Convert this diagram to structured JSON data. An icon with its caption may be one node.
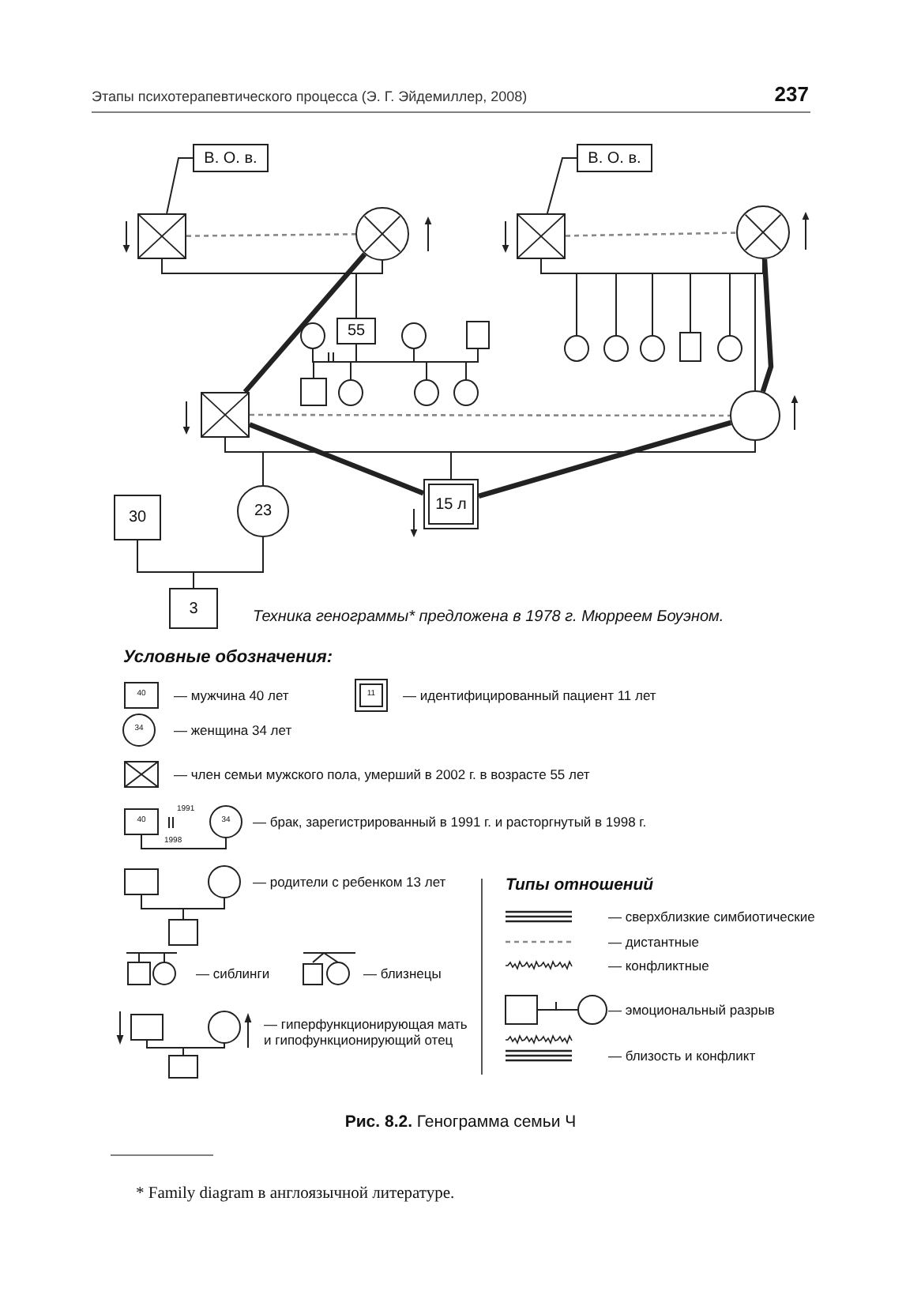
{
  "diagram": {
    "caption": "**Рис. 8.2.** Генограмма семьи Ч",
    "nodes": [
      {
        "text": [
          "В. О. в."
        ]
      },
      {
        "text": [],
        "shape": "box"
      },
      {
        "text": [],
        "shape": "circle"
      },
      {
        "text": [
          "В. О. в."
        ]
      },
      {
        "text": [],
        "shape": "box"
      },
      {
        "text": [],
        "shape": "circle"
      },
      {
        "text": [],
        "shape": "circle"
      },
      {
        "text": [
          "55"
        ]
      },
      {
        "text": [],
        "shape": "circle"
      },
      {
        "text": [],
        "shape": "box"
      },
      {
        "text": [],
        "shape": "circle"
      },
      {
        "text": [],
        "shape": "circle"
      },
      {
        "text": [],
        "shape": "circle"
      },
      {
        "text": [],
        "shape": "box"
      },
      {
        "text": [],
        "shape": "circle"
      },
      {
        "text": [],
        "shape": "box"
      },
      {
        "text": [],
        "shape": "circle"
      },
      {
        "text": [],
        "shape": "circle"
      },
      {
        "text": [],
        "shape": "circle"
      },
      {
        "text": [],
        "shape": "box"
      },
      {
        "text": [],
        "shape": "circle"
      },
      {
        "text": [
          "30"
        ]
      },
      {
        "text": [
          "23"
        ]
      },
      {
        "text": [
          "15 л"
        ]
      },
      {
        "text": [
          "3"
        ]
      }
    ],
    "edges": [
      {
        "from": 0,
        "to": 1,
        "arrow": "none"
      },
      {
        "from": 3,
        "to": 4,
        "arrow": "none"
      },
      {
        "from": 1,
        "to": 2,
        "arrow": "none",
        "style": "dashed",
        "color": "#888888"
      },
      {
        "from": 4,
        "to": 5,
        "arrow": "none",
        "style": "dashed",
        "color": "#888888"
      },
      {
        "from": 1,
        "to": 2,
        "arrow": "none"
      },
      {
        "from": 4,
        "to": 5,
        "arrow": "none"
      },
      {
        "from": 1,
        "to": 7,
        "arrow": "none"
      },
      {
        "from": 2,
        "to": 7,
        "arrow": "none"
      },
      {
        "from": 4,
        "to": 10,
        "arrow": "none"
      },
      {
        "from": 5,
        "to": 10,
        "arrow": "none"
      },
      {
        "from": 4,
        "to": 11,
        "arrow": "none"
      },
      {
        "from": 5,
        "to": 11,
        "arrow": "none"
      },
      {
        "from": 4,
        "to": 12,
        "arrow": "none"
      },
      {
        "from": 5,
        "to": 12,
        "arrow": "none"
      },
      {
        "from": 4,
        "to": 13,
        "arrow": "none"
      },
      {
        "from": 5,
        "to": 13,
        "arrow": "none"
      },
      {
        "from": 4,
        "to": 14,
        "arrow": "none"
      },
      {
        "from": 5,
        "to": 14,
        "arrow": "none"
      },
      {
        "from": 4,
        "to": 20,
        "arrow": "none"
      },
      {
        "from": 5,
        "to": 20,
        "arrow": "none"
      },
      {
        "from": 5,
        "to": 20,
        "arrow": "none",
        "style": "thick"
      },
      {
        "from": 2,
        "to": 19,
        "arrow": "none",
        "style": "thick"
      },
      {
        "from": 6,
        "to": 7,
        "arrow": "none"
      },
      {
        "from": 7,
        "to": 8,
        "arrow": "none"
      },
      {
        "from": 8,
        "to": 9,
        "arrow": "none"
      },
      {
        "from": 7,
        "to": 15,
        "arrow": "none"
      },
      {
        "from": 7,
        "to": 16,
        "arrow": "none"
      },
      {
        "from": 8,
        "to": 17,
        "arrow": "none"
      },
      {
        "from": 9,
        "to": 18,
        "arrow": "none"
      },
      {
        "from": 19,
        "to": 20,
        "arrow": "none",
        "style": "dashed",
        "color": "#888888"
      },
      {
        "from": 19,
        "to": 22,
        "arrow": "none"
      },
      {
        "from": 20,
        "to": 22,
        "arrow": "none"
      },
      {
        "from": 19,
        "to": 23,
        "arrow": "none"
      },
      {
        "from": 20,
        "to": 23,
        "arrow": "none"
      },
      {
        "from": 19,
        "to": 23,
        "arrow": "none",
        "style": "thick"
      },
      {
        "from": 20,
        "to": 23,
        "arrow": "none",
        "style": "thick"
      },
      {
        "from": 21,
        "to": 22,
        "arrow": "none"
      },
      {
        "from": 21,
        "to": 24,
        "arrow": "none"
      },
      {
        "from": 22,
        "to": 24,
        "arrow": "none"
      }
    ],
    "labels": [
      "Этапы психотерапевтического процесса (Э. Г. Эйдемиллер, 2008)",
      "237",
      "Техника генограммы* предложена в 1978 г. Мюрреем Боуэном.",
      "Условные обозначения:",
      "40",
      "11",
      "34",
      "40",
      "1991",
      "1998",
      "34",
      "Типы отношений",
      "* Family diagram в англоязычной литературе."
    ],
    "legend": [
      {
        "text": "— мужчина 40 лет"
      },
      {
        "text": "— идентифицированный пациент 11 лет"
      },
      {
        "text": "— женщина 34 лет"
      },
      {
        "text": "— член семьи мужского пола, умерший в 2002 г. в возрасте 55 лет"
      },
      {
        "text": "— брак, зарегистрированный в 1991 г. и расторгнутый в 1998 г."
      },
      {
        "text": "— родители с ребенком 13 лет"
      },
      {
        "text": "— сиблинги"
      },
      {
        "text": "— близнецы"
      },
      {
        "text": "— гиперфункционирующая мать и гипофункционирующий отец"
      },
      {
        "text": "— сверхблизкие симбиотические"
      },
      {
        "text": "— дистантные"
      },
      {
        "text": "— конфликтные"
      },
      {
        "text": "— эмоциональный разрыв"
      },
      {
        "text": "— близость и конфликт"
      }
    ]
  }
}
